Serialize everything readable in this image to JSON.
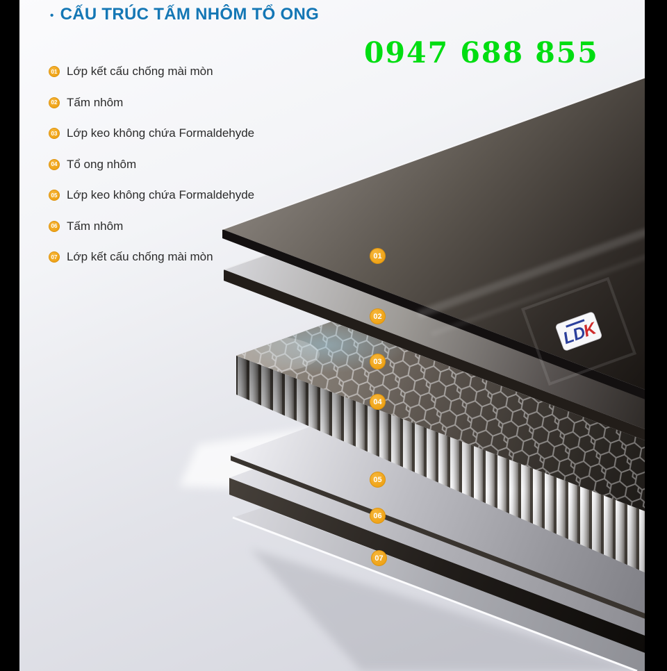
{
  "title": {
    "bullet": "•",
    "text": "CẤU TRÚC TẤM NHÔM TỔ ONG"
  },
  "phone": "0947 688 855",
  "legend": {
    "items": [
      {
        "num": "01",
        "label": "Lớp kết cấu chống mài mòn"
      },
      {
        "num": "02",
        "label": "Tấm nhôm"
      },
      {
        "num": "03",
        "label": "Lớp keo không chứa Formaldehyde"
      },
      {
        "num": "04",
        "label": "Tổ ong nhôm"
      },
      {
        "num": "05",
        "label": "Lớp keo không chứa Formaldehyde"
      },
      {
        "num": "06",
        "label": "Tấm nhôm"
      },
      {
        "num": "07",
        "label": "Lớp kết cấu chống mài mòn"
      }
    ]
  },
  "diagram": {
    "badges": [
      "01",
      "02",
      "03",
      "04",
      "05",
      "06",
      "07"
    ],
    "logo_part1": "LD",
    "logo_part2": "K"
  },
  "colors": {
    "title_blue": "#1477b5",
    "phone_green": "#00dd11",
    "badge_orange": "#f0a41f",
    "panel_dark": "#2b2724",
    "letterbox_black": "#000000"
  }
}
